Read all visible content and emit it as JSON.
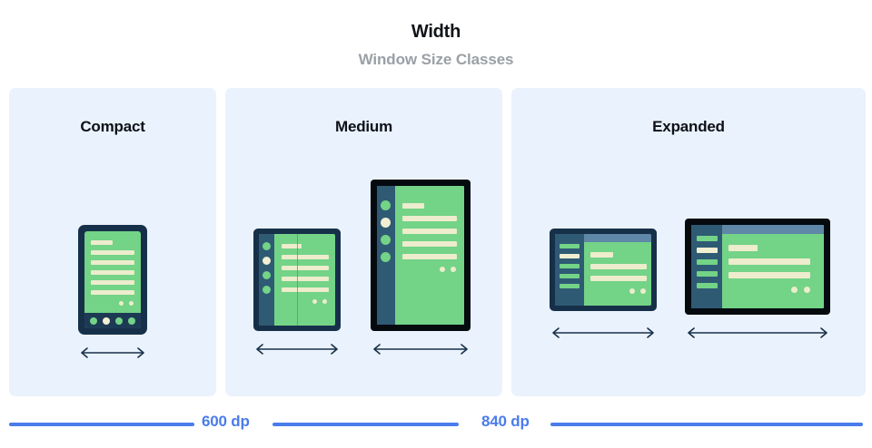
{
  "header": {
    "title": "Width",
    "subtitle": "Window Size Classes"
  },
  "panels": [
    {
      "key": "compact",
      "label": "Compact",
      "devices": [
        {
          "name": "phone",
          "type": "phone-portrait",
          "arrow": true
        }
      ]
    },
    {
      "key": "medium",
      "label": "Medium",
      "devices": [
        {
          "name": "foldable",
          "type": "foldable-unfolded",
          "arrow": true
        },
        {
          "name": "tablet-portrait",
          "type": "tablet-portrait",
          "arrow": true
        }
      ]
    },
    {
      "key": "expanded",
      "label": "Expanded",
      "devices": [
        {
          "name": "tablet-landscape-small",
          "type": "tablet-landscape",
          "arrow": true
        },
        {
          "name": "tablet-landscape-large",
          "type": "tablet-landscape",
          "arrow": true
        }
      ]
    }
  ],
  "measures": [
    {
      "key": "600",
      "label": "600 dp"
    },
    {
      "key": "840",
      "label": "840 dp"
    }
  ],
  "colors": {
    "panel_background": "#eaf2fd",
    "screen_green": "#73d387",
    "content_cream": "#edeccd",
    "bezel_navy": "#17304a",
    "bezel_black": "#050a0f",
    "rail_blue": "#2f5a74",
    "topbar_blue": "#5e87a8",
    "accent_blue": "#4a7ceb",
    "title_black": "#101418",
    "subtitle_gray": "#9aa0a6"
  },
  "icons": {
    "arrow": "double-headed-horizontal-arrow"
  }
}
